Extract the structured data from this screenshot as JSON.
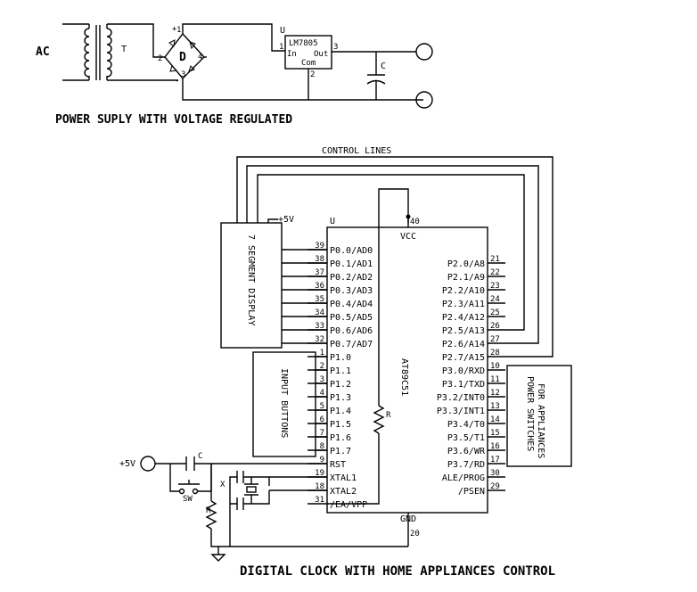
{
  "power_supply": {
    "ac_label": "AC",
    "transformer_label": "T",
    "bridge_label": "D",
    "bridge_pins": [
      "1",
      "2",
      "3",
      "4"
    ],
    "bridge_plus": "+",
    "bridge_minus": "-",
    "regulator": {
      "ref": "U",
      "part": "LM7805",
      "in_label": "In",
      "out_label": "Out",
      "com_label": "Com",
      "pin_in": "1",
      "pin_out": "3",
      "pin_com": "2"
    },
    "cap_label": "C",
    "title": "POWER SUPLY WITH VOLTAGE REGULATED"
  },
  "clock": {
    "control_lines_label": "CONTROL LINES",
    "display_label": "7 SEGMENT DISPLAY",
    "display_vcc": "+5V",
    "buttons_label": "INPUT BUTTONS",
    "switches_label": "POWER SWITCHES FOR APPLIANCES",
    "mcu": {
      "ref": "U",
      "part": "AT89C51",
      "vcc_label": "VCC",
      "gnd_label": "GND",
      "vcc_pin": "40",
      "gnd_pin": "20"
    },
    "left_pins": [
      {
        "num": "39",
        "name": "P0.0/AD0"
      },
      {
        "num": "38",
        "name": "P0.1/AD1"
      },
      {
        "num": "37",
        "name": "P0.2/AD2"
      },
      {
        "num": "36",
        "name": "P0.3/AD3"
      },
      {
        "num": "35",
        "name": "P0.4/AD4"
      },
      {
        "num": "34",
        "name": "P0.5/AD5"
      },
      {
        "num": "33",
        "name": "P0.6/AD6"
      },
      {
        "num": "32",
        "name": "P0.7/AD7"
      },
      {
        "num": "1",
        "name": "P1.0"
      },
      {
        "num": "2",
        "name": "P1.1"
      },
      {
        "num": "3",
        "name": "P1.2"
      },
      {
        "num": "4",
        "name": "P1.3"
      },
      {
        "num": "5",
        "name": "P1.4"
      },
      {
        "num": "6",
        "name": "P1.5"
      },
      {
        "num": "7",
        "name": "P1.6"
      },
      {
        "num": "8",
        "name": "P1.7"
      },
      {
        "num": "9",
        "name": "RST"
      },
      {
        "num": "19",
        "name": "XTAL1"
      },
      {
        "num": "18",
        "name": "XTAL2"
      },
      {
        "num": "31",
        "name": "/EA/VPP"
      }
    ],
    "right_pins": [
      {
        "num": "21",
        "name": "P2.0/A8"
      },
      {
        "num": "22",
        "name": "P2.1/A9"
      },
      {
        "num": "23",
        "name": "P2.2/A10"
      },
      {
        "num": "24",
        "name": "P2.3/A11"
      },
      {
        "num": "25",
        "name": "P2.4/A12"
      },
      {
        "num": "26",
        "name": "P2.5/A13"
      },
      {
        "num": "27",
        "name": "P2.6/A14"
      },
      {
        "num": "28",
        "name": "P2.7/A15"
      },
      {
        "num": "10",
        "name": "P3.0/RXD"
      },
      {
        "num": "11",
        "name": "P3.1/TXD"
      },
      {
        "num": "12",
        "name": "P3.2/INT0"
      },
      {
        "num": "13",
        "name": "P3.3/INT1"
      },
      {
        "num": "14",
        "name": "P3.4/T0"
      },
      {
        "num": "15",
        "name": "P3.5/T1"
      },
      {
        "num": "16",
        "name": "P3.6/WR"
      },
      {
        "num": "17",
        "name": "P3.7/RD"
      },
      {
        "num": "30",
        "name": "ALE/PROG"
      },
      {
        "num": "29",
        "name": "/PSEN"
      }
    ],
    "pullup_label": "R",
    "reset": {
      "vcc_label": "+5V",
      "cap_label": "C",
      "switch_label": "SW",
      "resistor_label": "R"
    },
    "crystal_label": "X",
    "title": "DIGITAL CLOCK WITH HOME  APPLIANCES CONTROL"
  }
}
